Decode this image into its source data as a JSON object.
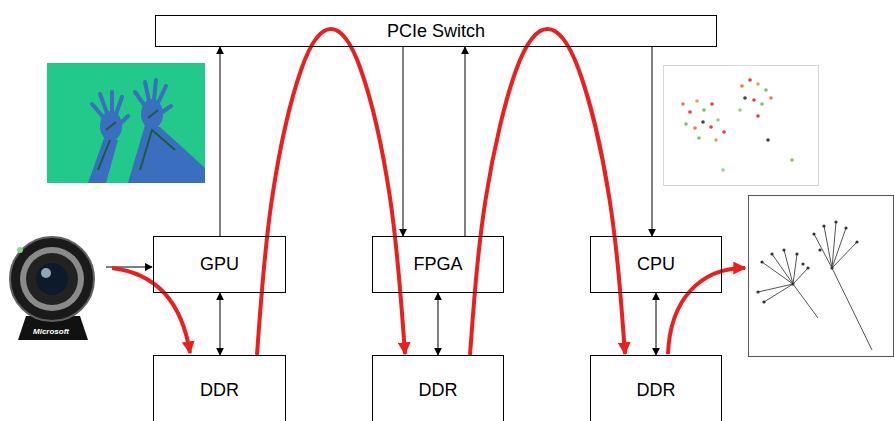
{
  "diagram": {
    "nodes": [
      {
        "text": [
          "PCIe Switch"
        ]
      },
      {
        "text": [
          "GPU"
        ]
      },
      {
        "text": [
          "FPGA"
        ]
      },
      {
        "text": [
          "CPU"
        ]
      },
      {
        "text": [
          "DDR"
        ]
      },
      {
        "text": [
          "DDR"
        ]
      },
      {
        "text": [
          "DDR"
        ]
      }
    ],
    "edges": [
      {
        "from": 1,
        "to": 0,
        "arrow": "to"
      },
      {
        "from": 0,
        "to": 2,
        "arrow": "to"
      },
      {
        "from": 2,
        "to": 0,
        "arrow": "to"
      },
      {
        "from": 0,
        "to": 3,
        "arrow": "to"
      },
      {
        "from": 1,
        "to": 4,
        "arrow": "both"
      },
      {
        "from": 2,
        "to": 5,
        "arrow": "both"
      },
      {
        "from": 3,
        "to": 6,
        "arrow": "both"
      },
      {
        "from": 4,
        "to": 5,
        "arrow": "to"
      },
      {
        "from": 5,
        "to": 6,
        "arrow": "to"
      }
    ],
    "labels": [
      "Microsoft"
    ]
  }
}
